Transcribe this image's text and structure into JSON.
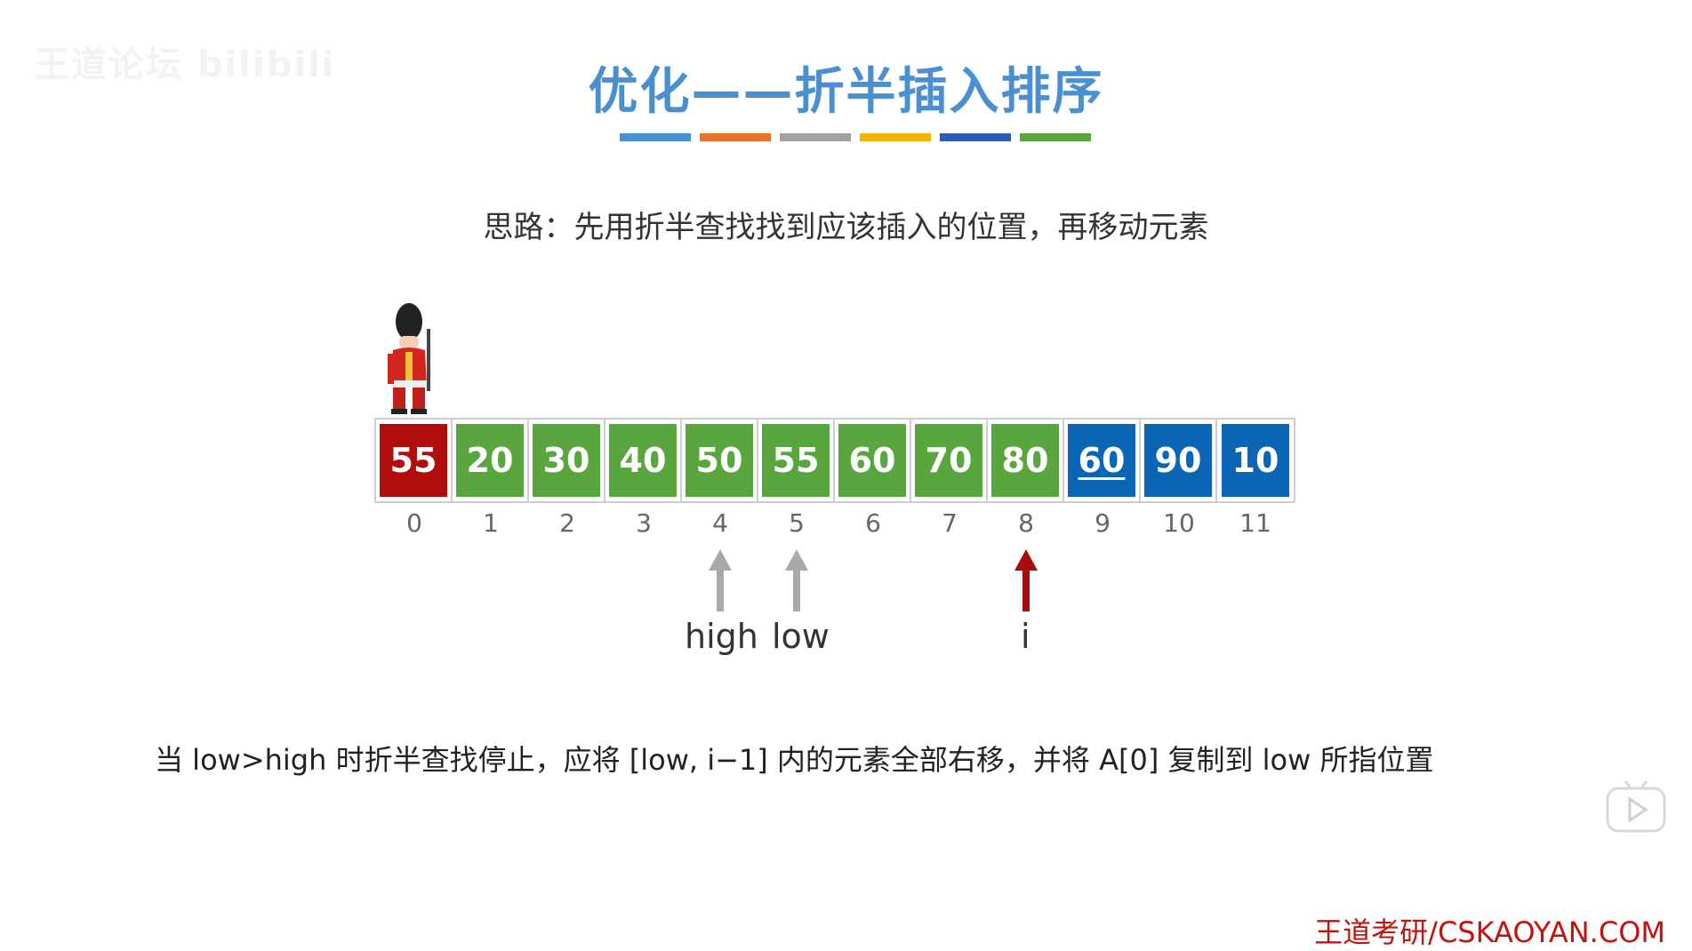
{
  "watermark": "王道论坛 bilibili",
  "title": "优化——折半插入排序",
  "colors": {
    "title": "#4a8fd0",
    "bar": [
      "#4a8fd0",
      "#e8702a",
      "#a0a0a0",
      "#f0b400",
      "#2d5cb4",
      "#5aa63e"
    ],
    "sentinel": "#b00d0d",
    "sorted": "#5aa63e",
    "unsorted": "#0a66b5",
    "footer": "#c0140e"
  },
  "thought": "思路：先用折半查找找到应该插入的位置，再移动元素",
  "array": {
    "cells": [
      {
        "value": "55",
        "state": "sentinel"
      },
      {
        "value": "20",
        "state": "sorted"
      },
      {
        "value": "30",
        "state": "sorted"
      },
      {
        "value": "40",
        "state": "sorted"
      },
      {
        "value": "50",
        "state": "sorted"
      },
      {
        "value": "55",
        "state": "sorted"
      },
      {
        "value": "60",
        "state": "sorted"
      },
      {
        "value": "70",
        "state": "sorted"
      },
      {
        "value": "80",
        "state": "sorted"
      },
      {
        "value": "60",
        "state": "unsorted",
        "underlined": true
      },
      {
        "value": "90",
        "state": "unsorted"
      },
      {
        "value": "10",
        "state": "unsorted"
      }
    ],
    "indexes": [
      "0",
      "1",
      "2",
      "3",
      "4",
      "5",
      "6",
      "7",
      "8",
      "9",
      "10",
      "11"
    ]
  },
  "pointers": {
    "high": {
      "label": "high",
      "index": 4
    },
    "low": {
      "label": "low",
      "index": 5
    },
    "i": {
      "label": "i",
      "index": 8
    }
  },
  "bottom_text": "当 low>high 时折半查找停止，应将 [low, i−1] 内的元素全部右移，并将 A[0] 复制到 low 所指位置",
  "footer": "王道考研/CSKAOYAN.COM"
}
